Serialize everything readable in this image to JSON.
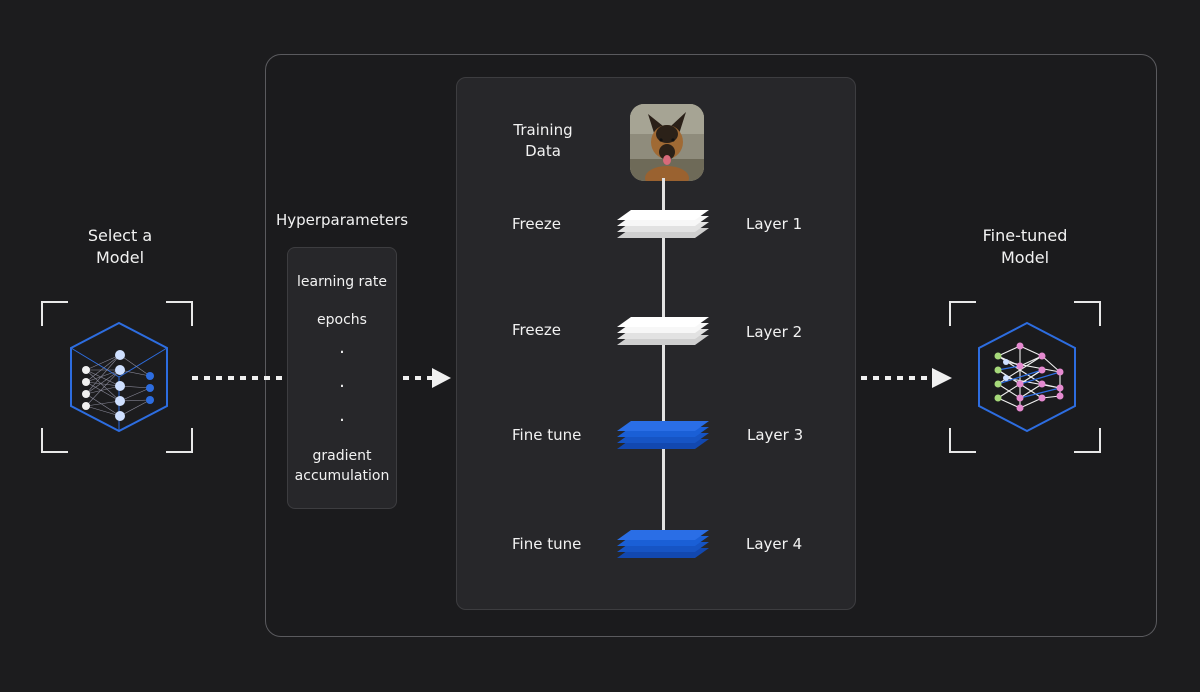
{
  "select_model": {
    "title_line1": "Select a",
    "title_line2": "Model"
  },
  "hyperparameters": {
    "title": "Hyperparameters",
    "items": [
      "learning rate",
      "epochs"
    ],
    "dots": [
      "·",
      "·",
      "·"
    ],
    "last_item_line1": "gradient",
    "last_item_line2": "accumulation"
  },
  "training_data": {
    "label_line1": "Training",
    "label_line2": "Data"
  },
  "layers": [
    {
      "action": "Freeze",
      "name": "Layer 1",
      "state": "frozen"
    },
    {
      "action": "Freeze",
      "name": "Layer 2",
      "state": "frozen"
    },
    {
      "action": "Fine tune",
      "name": "Layer 3",
      "state": "tuned"
    },
    {
      "action": "Fine tune",
      "name": "Layer 4",
      "state": "tuned"
    }
  ],
  "fine_tuned_model": {
    "title_line1": "Fine-tuned",
    "title_line2": "Model"
  },
  "colors": {
    "background": "#1c1c1e",
    "accent_blue": "#1a5fd6",
    "frozen_white": "#f4f4f4",
    "node_light_blue": "#cfe0ff",
    "node_green": "#a6d97a",
    "node_pink": "#e58ad0"
  }
}
